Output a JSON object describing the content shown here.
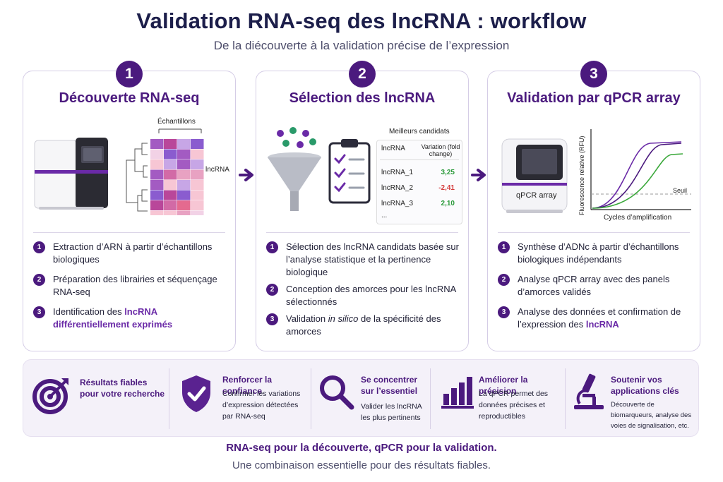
{
  "header": {
    "title": "Validation RNA-seq des lncRNA : workflow",
    "subtitle": "De la diécouverte à la validation précise de l’expression"
  },
  "panels": [
    {
      "number": "1",
      "title": "Découverte RNA-seq",
      "heatmap_top_label": "Échantillons",
      "heatmap_side_label": "lncRNA",
      "steps": [
        {
          "num": "1",
          "text": "Extraction d’ARN à partir d’échantillons biologiques"
        },
        {
          "num": "2",
          "text": "Préparation des librairies et séquençage RNA-seq"
        },
        {
          "num": "3",
          "text": "Identification des ",
          "highlight": "lncRNA différentiellement exprimés"
        }
      ]
    },
    {
      "number": "2",
      "title": "Sélection des lncRNA",
      "candidates_title": "Meilleurs candidats",
      "table": {
        "col1": "lncRNA",
        "col2": "Variation (fold change)",
        "rows": [
          {
            "name": "lncRNA_1",
            "value": "3,25"
          },
          {
            "name": "lncRNA_2",
            "value": "-2,41"
          },
          {
            "name": "lncRNA_3",
            "value": "2,10"
          }
        ],
        "ellipsis": "..."
      },
      "steps": [
        {
          "num": "1",
          "text": "Sélection des lncRNA candidats basée sur l’analyse statistique et la pertinence biologique"
        },
        {
          "num": "2",
          "text": "Conception des amorces pour les lncRNA sélectionnés"
        },
        {
          "num": "3",
          "text_before": "Validation ",
          "italic": "in silico",
          "text_after": " de la spécificité des amorces"
        }
      ]
    },
    {
      "number": "3",
      "title": "Validation par qPCR array",
      "machine_label": "qPCR array",
      "chart": {
        "ylabel": "Fluorescence relative (RFU)",
        "xlabel": "Cycles d’amplification",
        "threshold_label": "Seuil"
      },
      "steps": [
        {
          "num": "1",
          "text": "Synthèse d’ADNc à partir d’échantillons biologiques indépendants"
        },
        {
          "num": "2",
          "text": "Analyse qPCR array avec des panels d’amorces validés"
        },
        {
          "num": "3",
          "text": "Analyse des données et confirmation de l’expression des ",
          "highlight": "lncRNA"
        }
      ]
    }
  ],
  "benefits": [
    {
      "icon": "target-icon",
      "title": "Résultats fiables pour votre recherche",
      "text": ""
    },
    {
      "icon": "shield-check-icon",
      "title": "Renforcer la confiance",
      "text": "Confirmer les variations d’expression détectées par RNA-seq"
    },
    {
      "icon": "magnifier-icon",
      "title": "Se concentrer sur l’essentiel",
      "text": "Valider les lncRNA les plus pertinents"
    },
    {
      "icon": "bar-chart-icon",
      "title": "Améliorer la précision",
      "text": "La qPCR permet des données précises et reproductibles"
    },
    {
      "icon": "microscope-icon",
      "title": "Soutenir vos applications clés",
      "text": "Découverte de biomarqueurs, analyse des voies de signalisation, etc."
    }
  ],
  "footer": {
    "line1": "RNA-seq pour la découverte, qPCR pour la validation.",
    "line2": "Une combinaison essentielle pour des résultats fiables."
  },
  "colors": {
    "primary": "#4b1a7e",
    "accent": "#6a2aa7",
    "positive": "#2a9a3a",
    "negative": "#d43a3a"
  }
}
